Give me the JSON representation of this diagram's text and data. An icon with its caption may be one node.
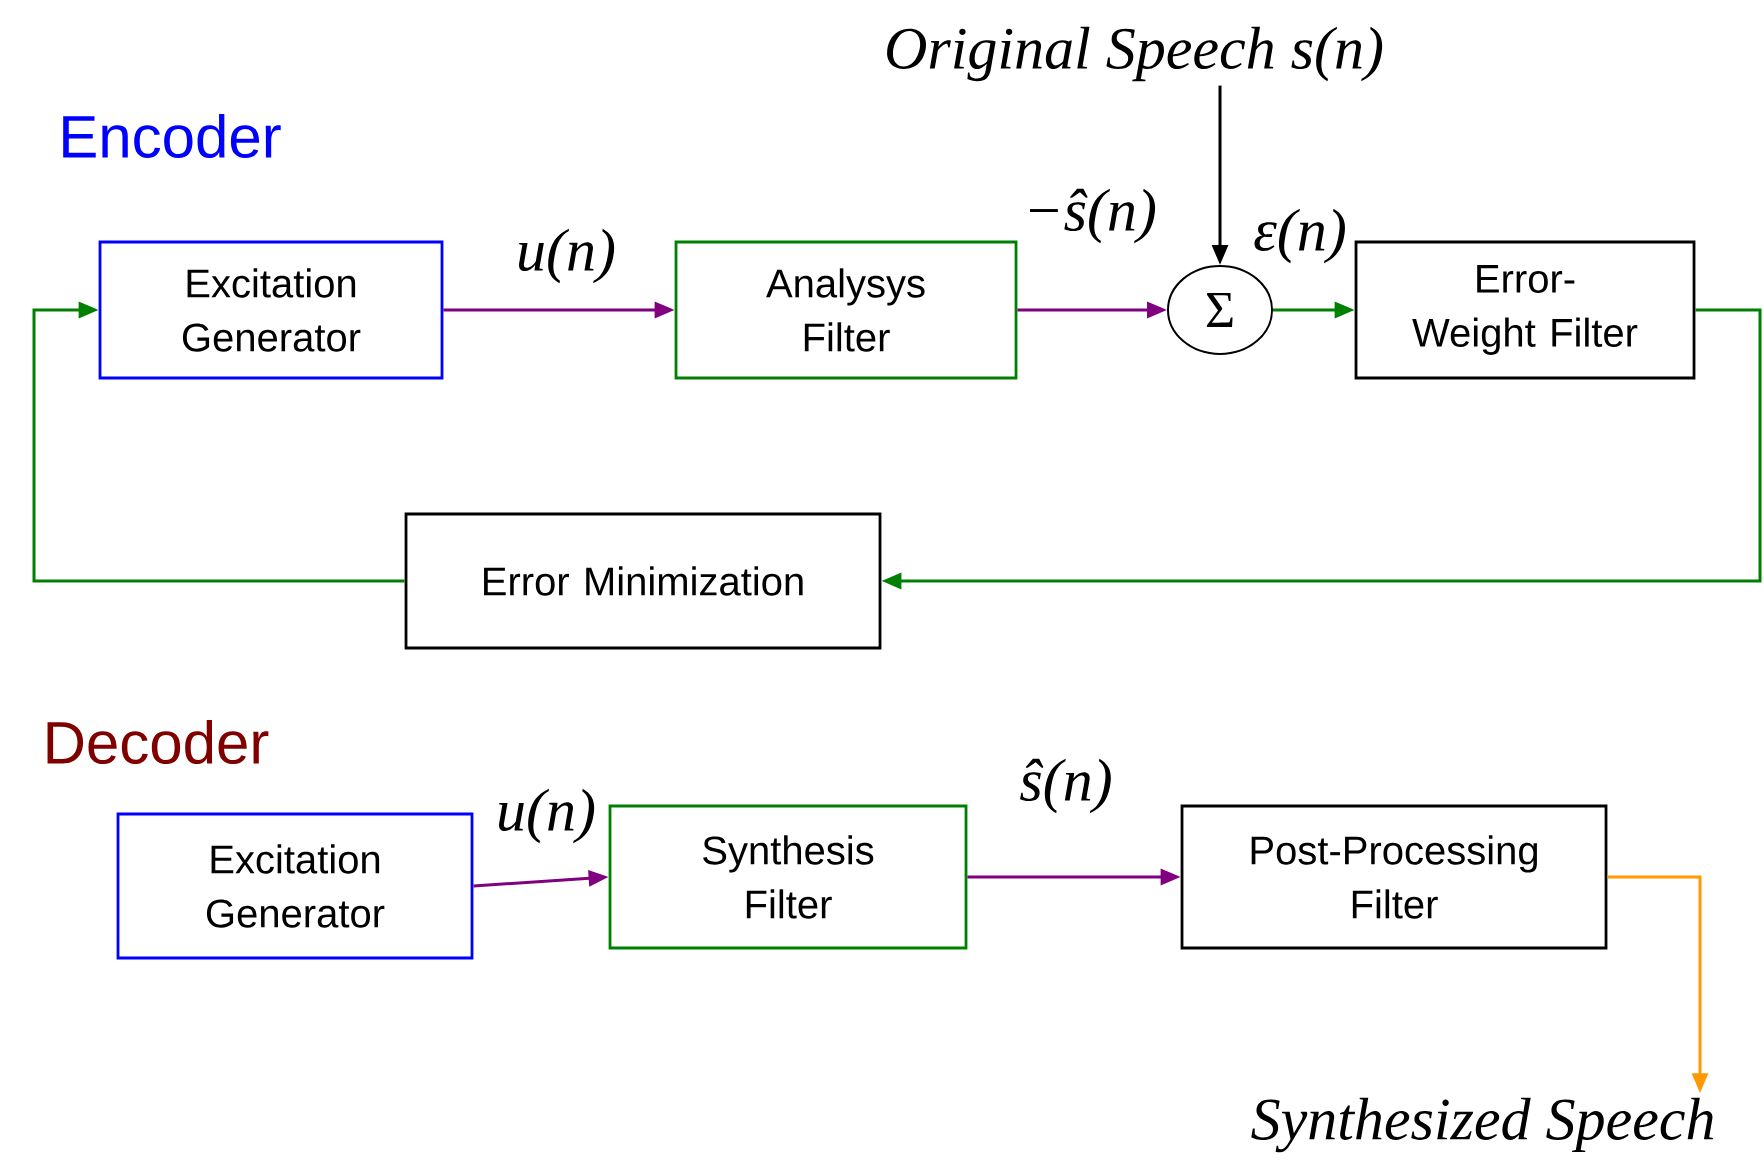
{
  "diagram": {
    "nodes": [
      {
        "text": [
          "Excitation Generator"
        ]
      },
      {
        "text": [
          "Analysys Filter"
        ]
      },
      {
        "text": [
          "Σ"
        ]
      },
      {
        "text": [
          "Error-Weight Filter"
        ]
      },
      {
        "text": [
          "Error Minimization"
        ]
      },
      {
        "text": [
          "Original Speech s(n)"
        ]
      },
      {
        "text": [
          "Excitation Generator"
        ]
      },
      {
        "text": [
          "Synthesis Filter"
        ]
      },
      {
        "text": [
          "Post-Processing Filter"
        ]
      },
      {
        "text": [
          "Synthesized Speech"
        ]
      }
    ],
    "edges": [
      {
        "from": 0,
        "to": 1,
        "arrow": "to",
        "label": "u(n)",
        "color": "#800080"
      },
      {
        "from": 1,
        "to": 2,
        "arrow": "to",
        "label": "−ŝ(n)",
        "color": "#800080"
      },
      {
        "from": 5,
        "to": 2,
        "arrow": "to",
        "color": "#000000"
      },
      {
        "from": 2,
        "to": 3,
        "arrow": "to",
        "label": "ε(n)",
        "color": "#008000"
      },
      {
        "from": 3,
        "to": 4,
        "arrow": "to",
        "color": "#008000"
      },
      {
        "from": 4,
        "to": 0,
        "arrow": "to",
        "color": "#008000"
      },
      {
        "from": 6,
        "to": 7,
        "arrow": "to",
        "label": "u(n)",
        "color": "#800080"
      },
      {
        "from": 7,
        "to": 8,
        "arrow": "to",
        "label": "ŝ(n)",
        "color": "#800080"
      },
      {
        "from": 8,
        "to": 9,
        "arrow": "to",
        "color": "#ff9900"
      }
    ],
    "labels": [
      "Encoder",
      "Decoder"
    ]
  }
}
